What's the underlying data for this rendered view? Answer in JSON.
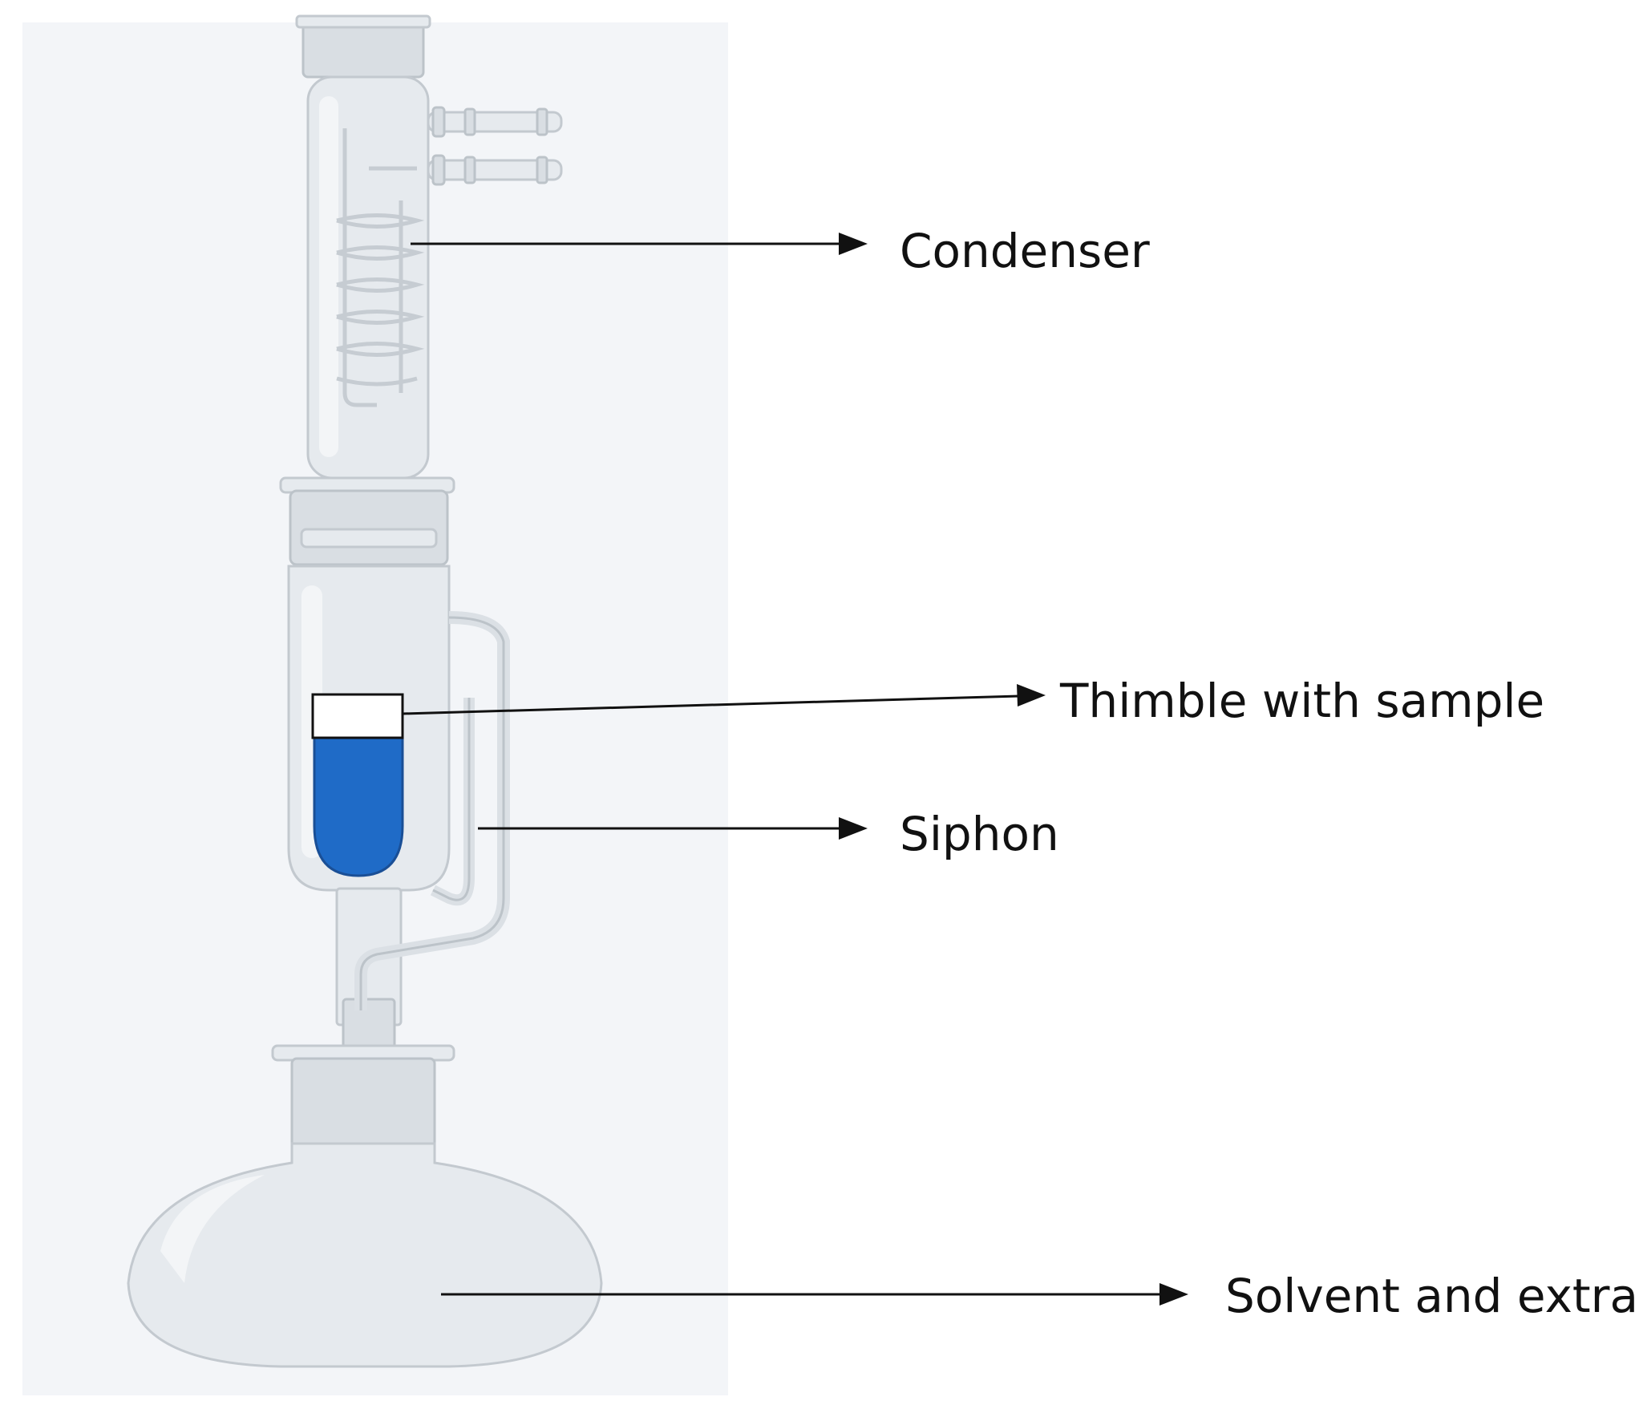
{
  "labels": {
    "condenser": "Condenser",
    "thimble": "Thimble with sample",
    "siphon": "Siphon",
    "flask": "Solvent and extract"
  },
  "colors": {
    "backdrop": "#f3f5f8",
    "glass": "#e6eaee",
    "glass_outline": "#c3c9cf",
    "thimble_sample": "#1f6bc7",
    "thimble_top": "#ffffff",
    "text": "#111111"
  }
}
